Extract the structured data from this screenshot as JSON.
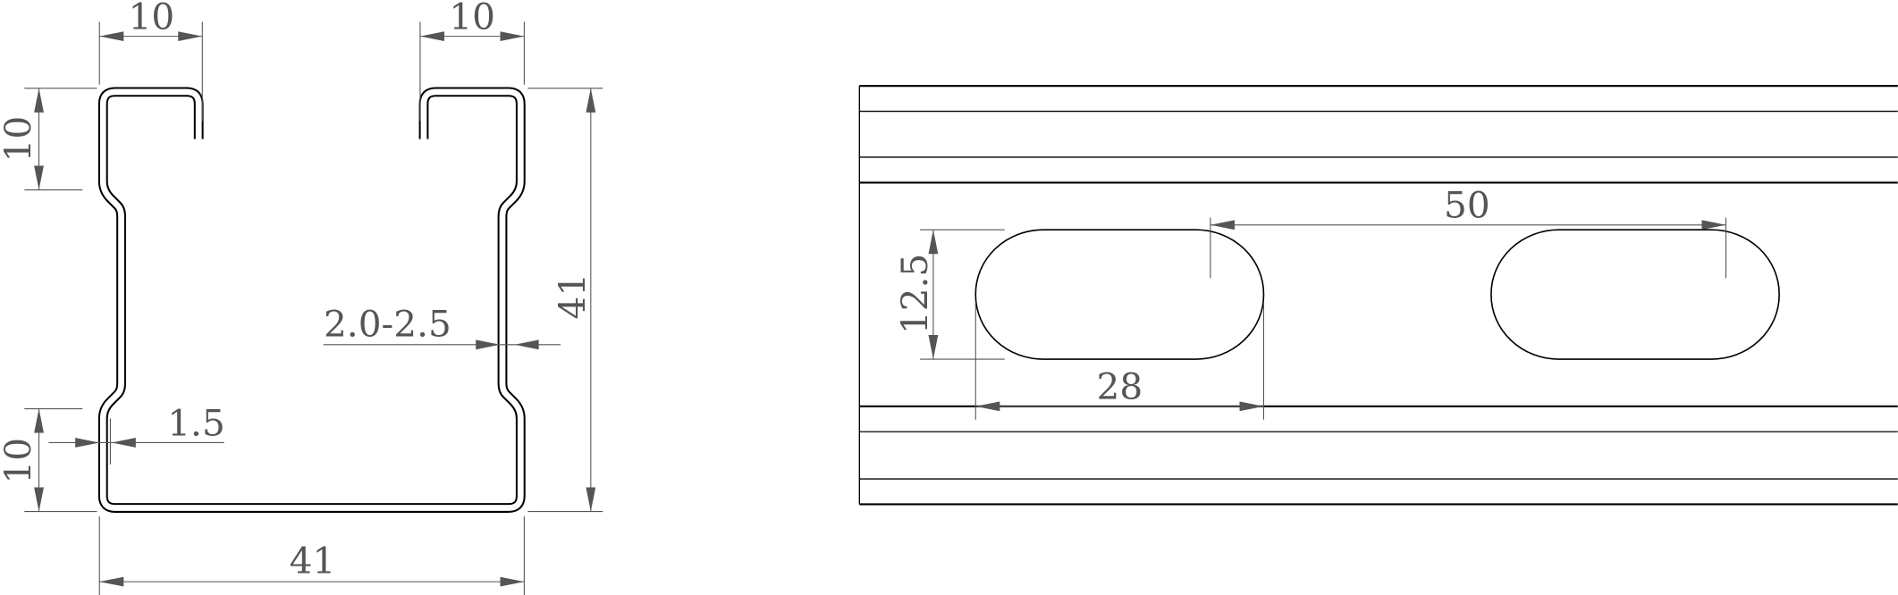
{
  "profile_view": {
    "dims": {
      "top_left_flange": "10",
      "top_right_flange": "10",
      "left_upper_height": "10",
      "left_lower_height": "10",
      "total_height": "41",
      "total_width": "41",
      "wall_thickness_range": "2.0-2.5",
      "thickness": "1.5"
    }
  },
  "side_view": {
    "dims": {
      "slot_pitch": "50",
      "slot_height": "12.5",
      "slot_length": "28"
    }
  },
  "colors": {
    "outline": "#000000",
    "dimension": "#555555"
  }
}
